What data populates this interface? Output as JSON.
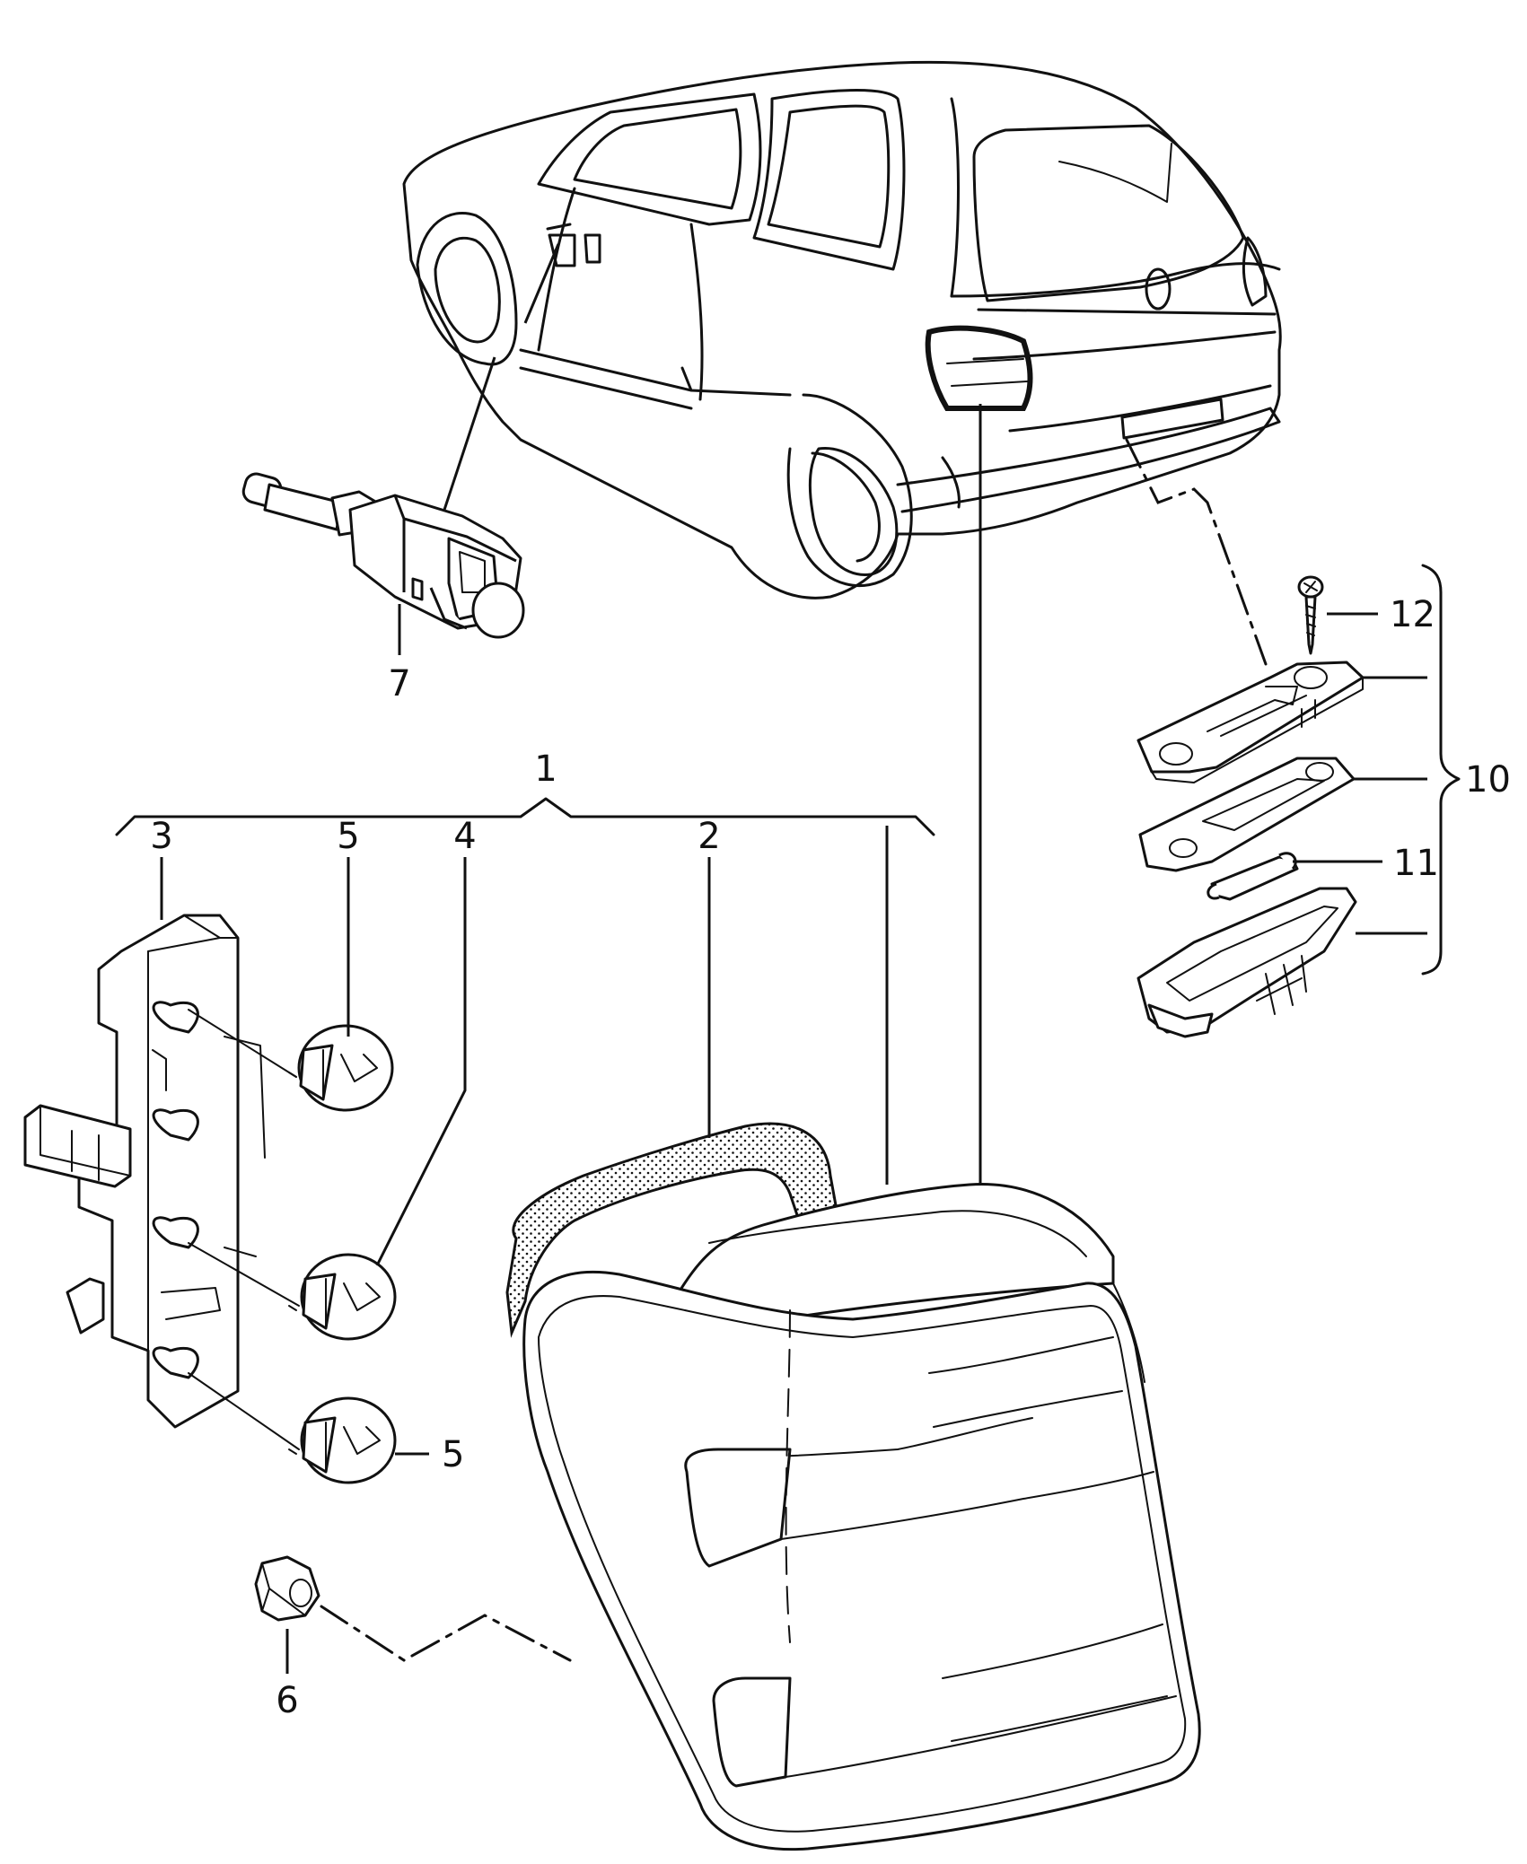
{
  "diagram": {
    "callouts": {
      "c1": "1",
      "c2": "2",
      "c3": "3",
      "c4": "4",
      "c5a": "5",
      "c5b": "5",
      "c6": "6",
      "c7": "7",
      "c10": "10",
      "c11": "11",
      "c12": "12"
    },
    "colors": {
      "line": "#111111",
      "background": "#ffffff"
    }
  }
}
